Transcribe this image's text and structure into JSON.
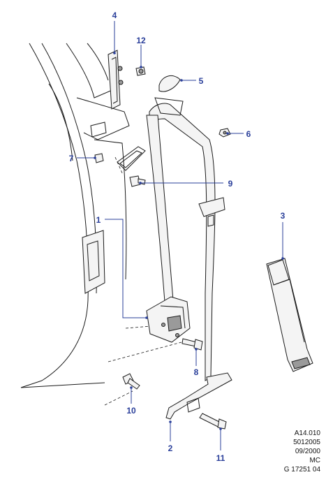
{
  "callouts": {
    "c1": "1",
    "c2": "2",
    "c3": "3",
    "c4": "4",
    "c5": "5",
    "c6": "6",
    "c7": "7",
    "c8": "8",
    "c9": "9",
    "c10": "10",
    "c11": "11",
    "c12": "12"
  },
  "meta": {
    "line1": "A14.010",
    "line2": "5012005",
    "line3": "09/2000",
    "line4": "MC",
    "line5": "G 17251 04"
  },
  "colors": {
    "callout": "#2a3f9a",
    "line": "#1a1a1a"
  }
}
